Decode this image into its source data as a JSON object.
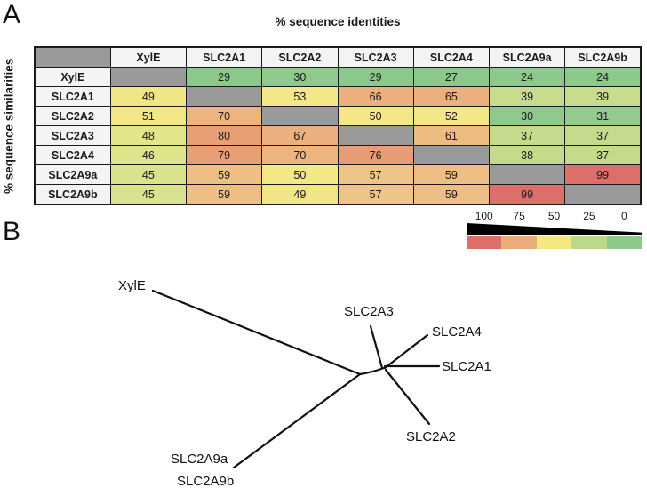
{
  "figure": {
    "panel_a_label": "A",
    "panel_b_label": "B"
  },
  "panel_a": {
    "col_axis_title": "% sequence identities",
    "row_axis_title": "% sequence similarities",
    "columns": [
      "XylE",
      "SLC2A1",
      "SLC2A2",
      "SLC2A3",
      "SLC2A4",
      "SLC2A9a",
      "SLC2A9b"
    ],
    "rows": [
      {
        "label": "XylE",
        "values": [
          null,
          29,
          30,
          29,
          27,
          24,
          24
        ]
      },
      {
        "label": "SLC2A1",
        "values": [
          49,
          null,
          53,
          66,
          65,
          39,
          39
        ]
      },
      {
        "label": "SLC2A2",
        "values": [
          51,
          70,
          null,
          50,
          52,
          30,
          31
        ]
      },
      {
        "label": "SLC2A3",
        "values": [
          48,
          80,
          67,
          null,
          61,
          37,
          37
        ]
      },
      {
        "label": "SLC2A4",
        "values": [
          46,
          79,
          70,
          76,
          null,
          38,
          37
        ]
      },
      {
        "label": "SLC2A9a",
        "values": [
          45,
          59,
          50,
          57,
          59,
          null,
          99
        ]
      },
      {
        "label": "SLC2A9b",
        "values": [
          45,
          59,
          49,
          57,
          59,
          99,
          null
        ]
      }
    ],
    "diagonal_color": "#9a9a9a",
    "header_bg": "#f4f4f4",
    "value_colors": {
      "24": "#8dc98d",
      "27": "#8cc88c",
      "29": "#8cc88c",
      "30": "#8fca8c",
      "31": "#92cb8c",
      "37": "#c6da8e",
      "38": "#c6da8e",
      "39": "#c9dc8e",
      "45": "#d9e28c",
      "46": "#dde48b",
      "48": "#e2e58a",
      "49": "#f0e685",
      "50": "#f4e886",
      "51": "#f2e686",
      "52": "#f4e788",
      "53": "#f3e787",
      "57": "#eec489",
      "59": "#edbf84",
      "61": "#ecbc80",
      "65": "#ebb07d",
      "66": "#ebb07d",
      "67": "#ebb07d",
      "70": "#ecb57f",
      "76": "#e79c73",
      "79": "#e89f75",
      "80": "#e89f75",
      "99": "#dd6f6b"
    }
  },
  "legend": {
    "tick_labels": [
      "100",
      "75",
      "50",
      "25",
      "0"
    ],
    "segment_colors": [
      "#dd6f6b",
      "#e9ae7b",
      "#f5e883",
      "#bcd88a",
      "#8cc98b"
    ]
  },
  "panel_b": {
    "taxa": [
      "XylE",
      "SLC2A3",
      "SLC2A4",
      "SLC2A1",
      "SLC2A2",
      "SLC2A9a",
      "SLC2A9b"
    ]
  }
}
